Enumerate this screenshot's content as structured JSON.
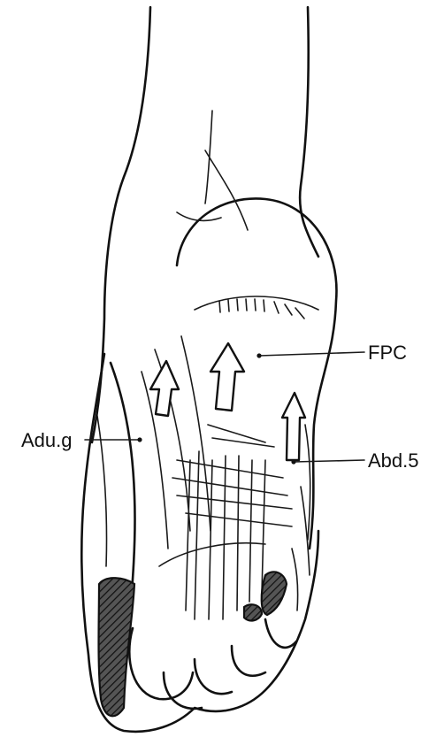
{
  "labels": {
    "fpc": "FPC",
    "adu_g": "Adu.g",
    "abd_5": "Abd.5"
  }
}
